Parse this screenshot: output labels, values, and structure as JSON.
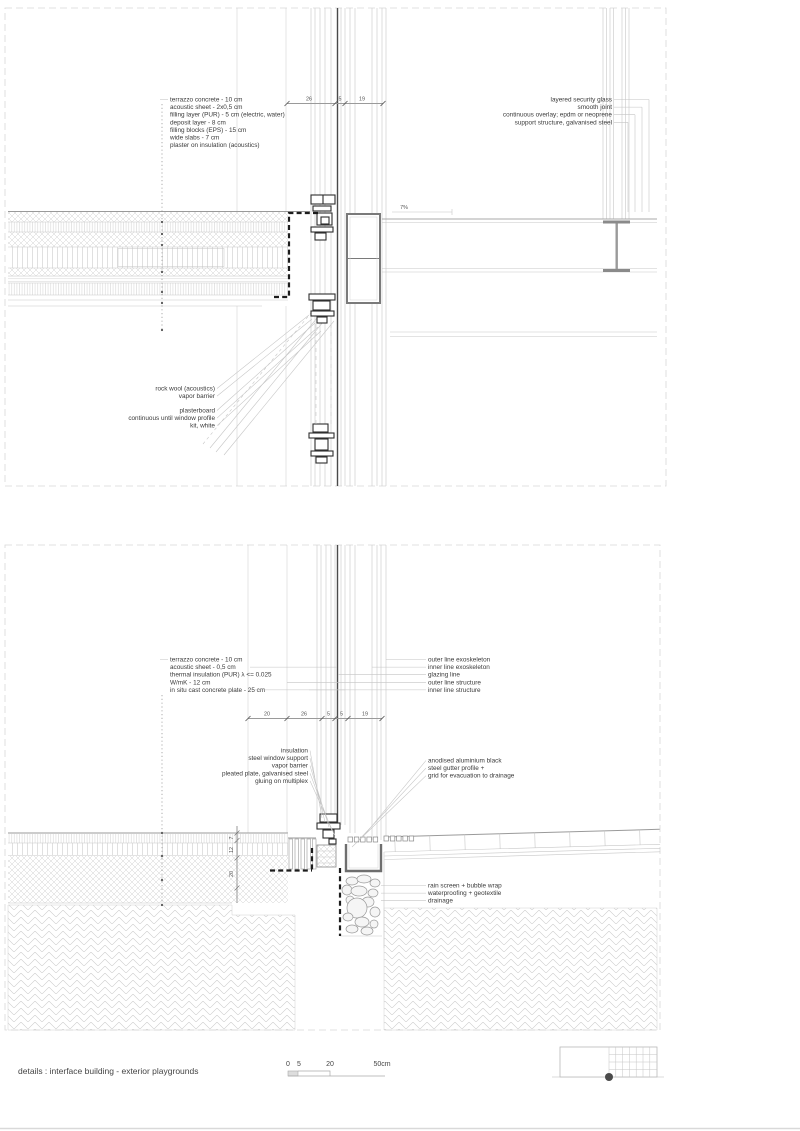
{
  "palette": {
    "ink": "#2e2e2e",
    "line_light": "#c7c7c7",
    "line_medium": "#9a9a9a",
    "steel_gray": "#8a8a8a",
    "paper": "#ffffff"
  },
  "footer": {
    "title": "details : interface building - exterior playgrounds",
    "scale_labels": [
      "0",
      "5",
      "20",
      "50cm"
    ]
  },
  "detail_top": {
    "floor_labels": [
      "terrazzo concrete - 10 cm",
      "acoustic sheet - 2x0,5 cm",
      "filling layer (PUR) - 5 cm (electric, water)",
      "deposit layer - 8 cm",
      "filling blocks (EPS) - 15 cm",
      "wide slabs - 7 cm",
      "plaster on insulation (acoustics)"
    ],
    "glass_labels": [
      "layered security glass",
      "smooth joint",
      "continuous overlay; epdm or neoprene",
      "support structure, galvanised steel"
    ],
    "ceiling_labels_a": [
      "rock wool (acoustics)",
      "vapor barrier"
    ],
    "ceiling_labels_b": [
      "plasterboard",
      "continuous until window profile",
      "kit, white"
    ],
    "dims": [
      "26",
      "5",
      "19"
    ],
    "slope": "7%"
  },
  "detail_bottom": {
    "floor_labels": [
      "terrazzo concrete - 10 cm",
      "acoustic sheet - 0,5 cm",
      "thermal insulation (PUR) λ <= 0.025",
      "W/mK - 12 cm",
      "in situ cast concrete plate - 25 cm"
    ],
    "line_labels": [
      "outer line exoskeleton",
      "inner line exoskeleton",
      "glazing line",
      "outer line structure",
      "inner line structure"
    ],
    "sill_labels": [
      "insulation",
      "steel window support",
      "vapor barrier",
      "pleated plate, galvanised steel",
      "gluing on multiplex"
    ],
    "gutter_labels": [
      "anodised aluminium black",
      "steel gutter profile +",
      "grid for evacuation to drainage"
    ],
    "drainage_labels": [
      "rain screen + bubble wrap",
      "waterproofing + geotextile",
      "drainage"
    ],
    "dims": [
      "20",
      "26",
      "5",
      "5",
      "19"
    ],
    "vdims": [
      "7",
      "12",
      "20"
    ]
  }
}
